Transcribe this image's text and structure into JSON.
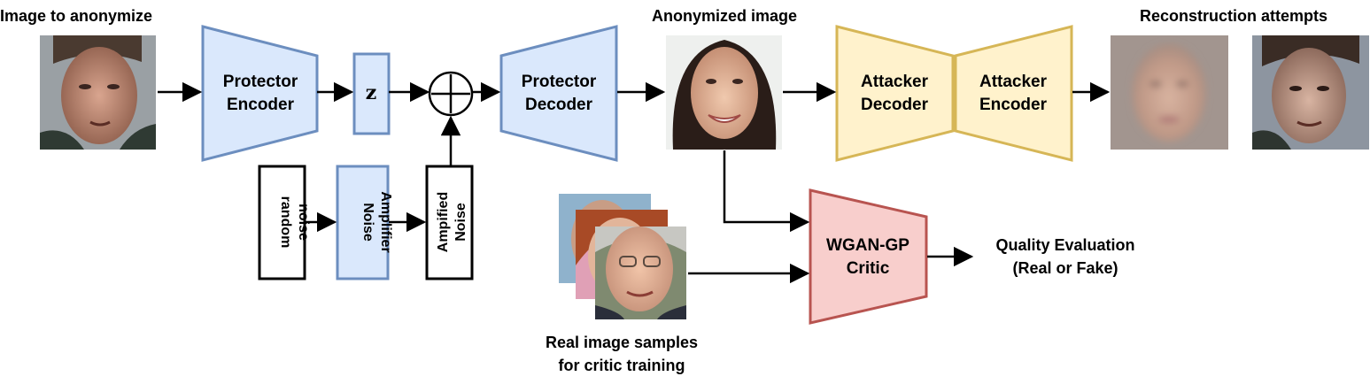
{
  "labels": {
    "input_caption": "Image to anonymize",
    "anonymized_caption": "Anonymized image",
    "reconstruction_caption": "Reconstruction attempts",
    "real_samples_caption_line1": "Real image samples",
    "real_samples_caption_line2": "for critic training",
    "quality_line1": "Quality Evaluation",
    "quality_line2": "(Real or Fake)"
  },
  "blocks": {
    "protector_encoder": [
      "Protector",
      "Encoder"
    ],
    "latent_z": "z",
    "protector_decoder": [
      "Protector",
      "Decoder"
    ],
    "attacker_decoder": [
      "Attacker",
      "Decoder"
    ],
    "attacker_encoder": [
      "Attacker",
      "Encoder"
    ],
    "random_noise": [
      "random",
      "noise"
    ],
    "noise_amplifier": [
      "Noise",
      "Amplifier"
    ],
    "amplified_noise": [
      "Ampified",
      "Noise"
    ],
    "critic": [
      "WGAN-GP",
      "Critic"
    ]
  },
  "colors": {
    "blue_fill": "#dae8fc",
    "blue_stroke": "#6c8ebf",
    "yellow_fill": "#fff2cc",
    "yellow_stroke": "#d6b656",
    "red_fill": "#f8cecc",
    "red_stroke": "#b85450",
    "line": "#000000"
  },
  "icons": {
    "sum_node": "circled-plus-icon",
    "input_face": "face-photo-icon",
    "anonymized_face": "face-photo-icon",
    "reconstruction_blurry": "blurred-face-photo-icon",
    "reconstruction_sharp": "face-photo-icon",
    "real_samples_stack": "stacked-face-photos-icon"
  }
}
